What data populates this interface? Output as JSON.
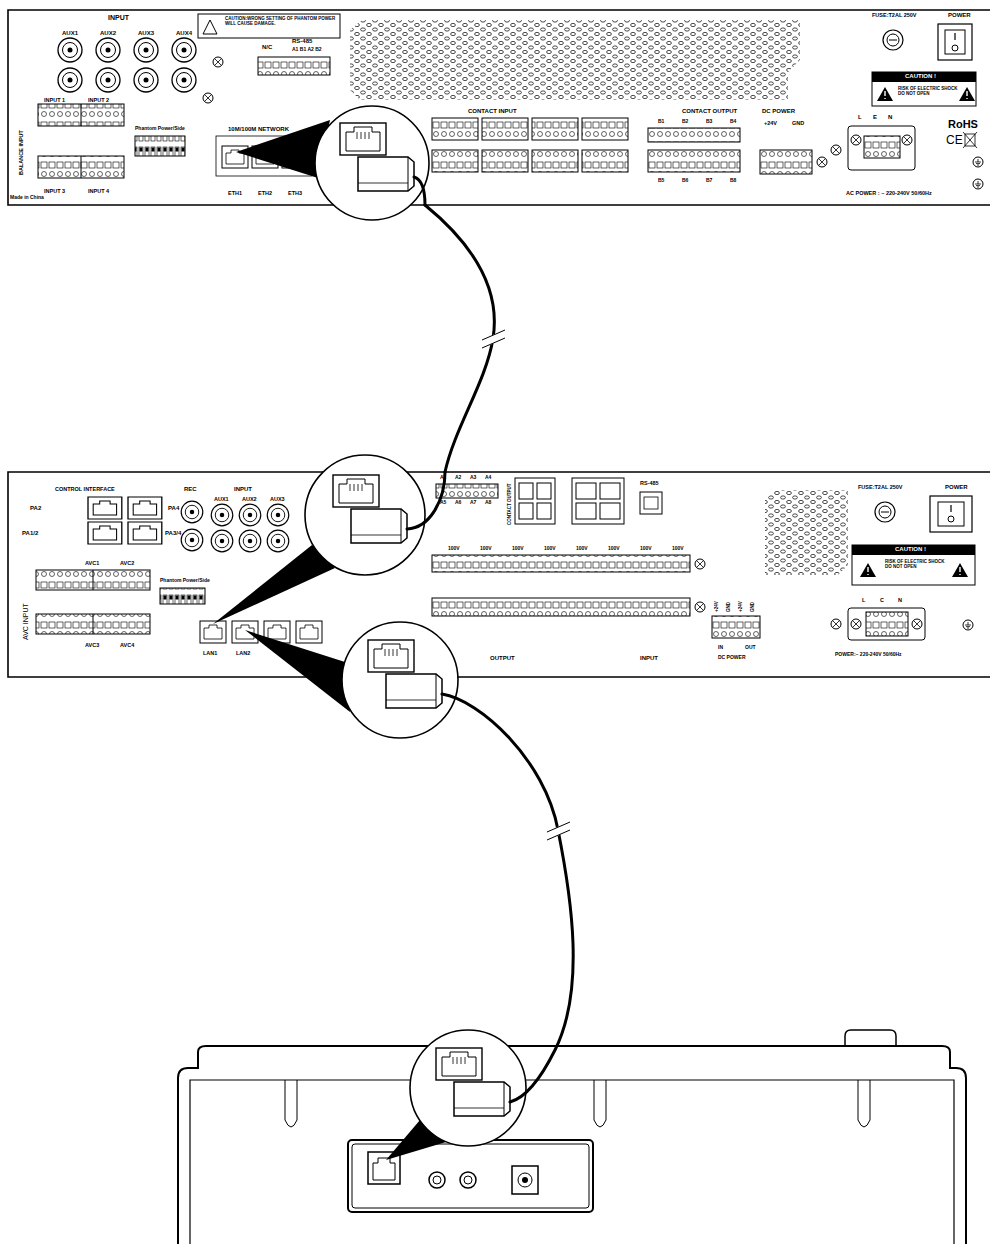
{
  "diagram": {
    "nodes": [
      {
        "text": [
          "INPUT",
          "AUX1",
          "AUX2",
          "AUX3",
          "AUX4",
          "CAUTION:WRONG SETTING OF PHANTOM POWER WILL CAUSE DAMAGE.",
          "N/C",
          "RS-485",
          "A1 B1 A2 B2",
          "INPUT 1",
          "INPUT 2",
          "BALANCE INPUT",
          "INPUT 3",
          "INPUT 4",
          "Phantom Power/Side",
          "10M/100M NETWORK",
          "ETH1",
          "ETH2",
          "ETH3",
          "Made in China",
          "CONTACT INPUT",
          "CONTACT OUTPUT",
          "B1",
          "B2",
          "B3",
          "B4",
          "B5",
          "B6",
          "B7",
          "B8",
          "DC POWER",
          "+24V",
          "GND",
          "FUSE:T2AL 250V",
          "POWER",
          "CAUTION !",
          "RISK OF ELECTRIC SHOCK DO NOT OPEN",
          "L",
          "E",
          "N",
          "AC POWER : ~ 220-240V 50/60Hz",
          "RoHS",
          "CE"
        ]
      },
      {
        "text": [
          "CONTROL INTERFACE",
          "PA2",
          "PA4",
          "PA1/2",
          "PA3/4",
          "REC",
          "INPUT",
          "AUX1",
          "AUX2",
          "AUX3",
          "AVC1",
          "AVC2",
          "AVC INPUT",
          "AVC3",
          "AVC4",
          "Phantom Power/Side",
          "LAN1",
          "LAN2",
          "A1",
          "A2",
          "A3",
          "A4",
          "A5",
          "A6",
          "A7",
          "A8",
          "CONTACT OUTPUT",
          "RS-485",
          "100V",
          "100V",
          "100V",
          "100V",
          "100V",
          "100V",
          "100V",
          "100V",
          "OUTPUT",
          "INPUT",
          "+24V",
          "GND",
          "+24V",
          "GND",
          "IN",
          "OUT",
          "DC POWER",
          "FUSE:T2AL 250V",
          "POWER",
          "CAUTION !",
          "RISK OF ELECTRIC SHOCK DO NOT OPEN",
          "L",
          "C",
          "N",
          "POWER:~ 220-240V 50/60Hz"
        ]
      }
    ],
    "edges": [
      {
        "from": 0,
        "to": 1,
        "arrow": "none"
      }
    ]
  }
}
